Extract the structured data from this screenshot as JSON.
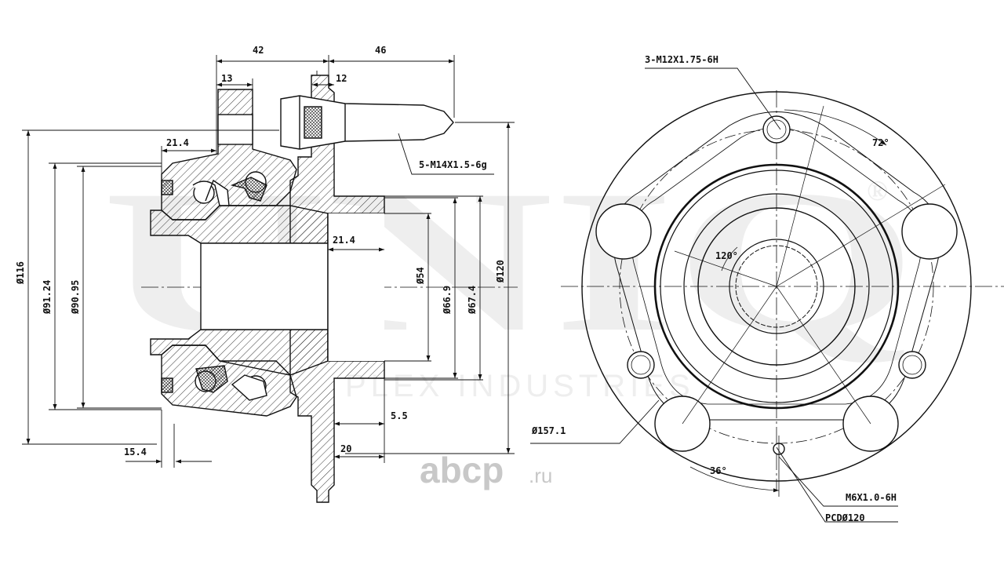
{
  "watermark": {
    "brand": "UNIQ",
    "subtitle": "PLEX INDUSTRIES",
    "registered": "®"
  },
  "site_logo": {
    "name": "abcp",
    "tld": ".ru"
  },
  "side_view": {
    "dims": {
      "d42": "42",
      "d46": "46",
      "d13": "13",
      "d12": "12",
      "d21_4_top": "21.4",
      "d21_4_mid": "21.4",
      "stud_thread": "5-M14X1.5-6g",
      "d116": "Ø116",
      "d91_24": "Ø91.24",
      "d90_95": "Ø90.95",
      "d54": "Ø54",
      "d66_9": "Ø66.9",
      "d67_4": "Ø67.4",
      "d120": "Ø120",
      "d5_5": "5.5",
      "d20": "20",
      "d15_4": "15.4"
    }
  },
  "front_view": {
    "dims": {
      "thread_m12": "3-M12X1.75-6H",
      "angle_72": "72°",
      "angle_120": "120°",
      "d157_1": "Ø157.1",
      "angle_36": "36°",
      "thread_m6": "M6X1.0-6H",
      "pcd": "PCDØ120"
    }
  }
}
